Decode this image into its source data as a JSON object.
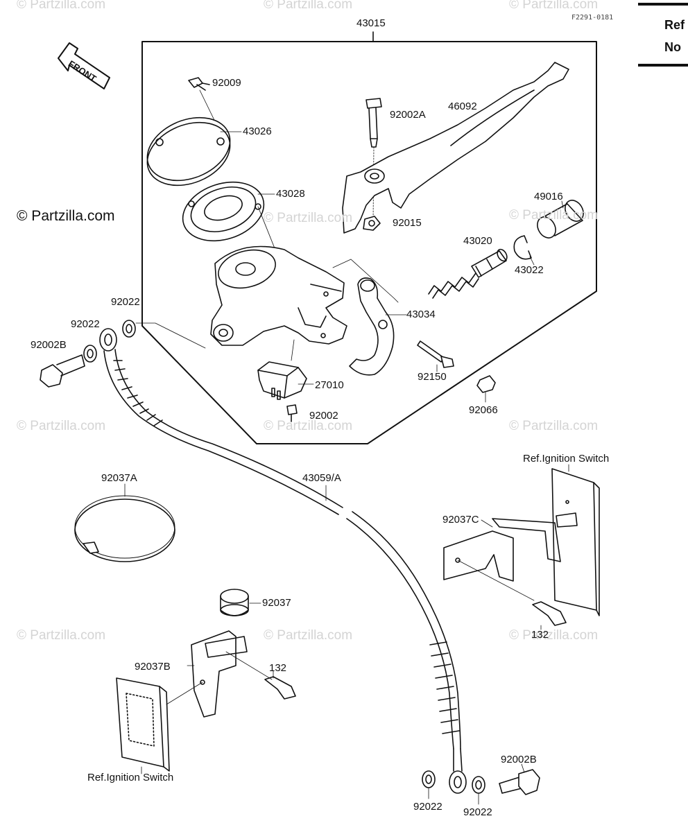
{
  "watermark": "© Partzilla.com",
  "diagram_code": "F2291-0181",
  "ref_column": {
    "line1": "Ref",
    "line2": "No"
  },
  "front_arrow_label": "FRONT",
  "labels": {
    "p43015": "43015",
    "p92009": "92009",
    "p43026": "43026",
    "p92002A": "92002A",
    "p46092": "46092",
    "p43028": "43028",
    "p49016": "49016",
    "p92015": "92015",
    "p43020": "43020",
    "p43022": "43022",
    "p43034": "43034",
    "p92022_a": "92022",
    "p92022_b": "92022",
    "p92002B_a": "92002B",
    "p27010": "27010",
    "p92150": "92150",
    "p92002": "92002",
    "p92066": "92066",
    "p92037A": "92037A",
    "p43059A": "43059/A",
    "ref_ign_1": "Ref.Ignition Switch",
    "p92037C": "92037C",
    "p132_a": "132",
    "p92037": "92037",
    "p92037B": "92037B",
    "p132_b": "132",
    "ref_ign_2": "Ref.Ignition Switch",
    "p92002B_b": "92002B",
    "p92022_c": "92022",
    "p92022_d": "92022"
  }
}
